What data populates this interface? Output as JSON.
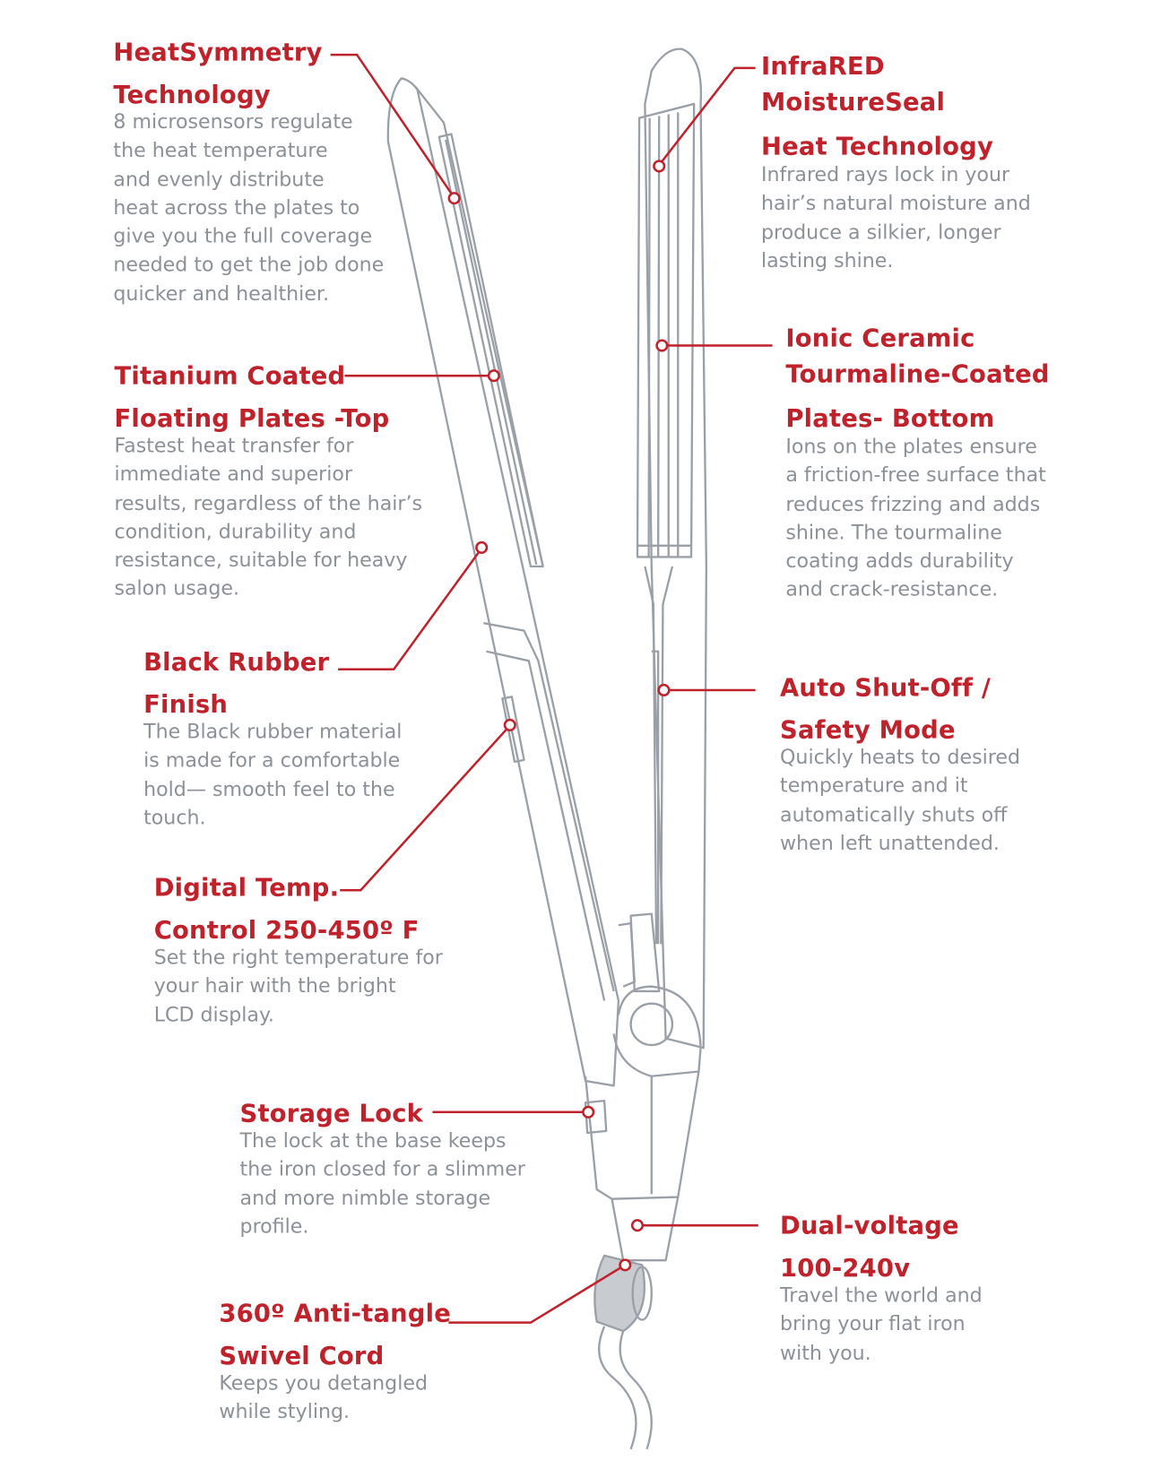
{
  "colors": {
    "accent": "#c0222c",
    "text": "#8c9198",
    "outline": "#9aa0a7"
  },
  "callouts": [
    {
      "title": [
        "HeatSymmetry",
        "Technology"
      ],
      "body": [
        "8 microsensors regulate",
        "the heat temperature",
        "and evenly distribute",
        "heat across the plates to",
        "give you the full coverage",
        "needed to get the job done",
        "quicker and healthier."
      ]
    },
    {
      "title": [
        "InfraRED",
        "MoistureSeal",
        "Heat Technology"
      ],
      "body": [
        "Infrared rays lock in your",
        "hair’s natural moisture and",
        "produce a silkier, longer",
        "lasting shine."
      ]
    },
    {
      "title": [
        "Titanium Coated",
        "Floating Plates -Top"
      ],
      "body": [
        "Fastest heat transfer for",
        "immediate and superior",
        "results, regardless of the hair’s",
        "condition, durability and",
        "resistance, suitable for heavy",
        "salon usage."
      ]
    },
    {
      "title": [
        "Ionic Ceramic",
        "Tourmaline-Coated",
        "Plates- Bottom"
      ],
      "body": [
        "Ions on the plates ensure",
        "a friction-free surface that",
        "reduces frizzing and adds",
        "shine. The tourmaline",
        "coating adds durability",
        "and crack-resistance."
      ]
    },
    {
      "title": [
        "Black Rubber",
        "Finish"
      ],
      "body": [
        "The Black rubber material",
        "is made for a comfortable",
        "hold— smooth  feel to the",
        "touch."
      ]
    },
    {
      "title": [
        "Auto Shut-Off /",
        "Safety Mode"
      ],
      "body": [
        "Quickly heats to desired",
        "temperature and it",
        "automatically shuts off",
        "when left unattended."
      ]
    },
    {
      "title": [
        "Digital Temp.",
        "Control 250-450º F"
      ],
      "body": [
        "Set the right temperature for",
        "your hair with the bright",
        "LCD display."
      ]
    },
    {
      "title": [
        "Storage Lock"
      ],
      "body": [
        "The lock at the base keeps",
        "the iron closed for a slimmer",
        "and more nimble storage",
        "profile."
      ]
    },
    {
      "title": [
        "Dual-voltage",
        "100-240v"
      ],
      "body": [
        "Travel the world and",
        "bring your flat iron",
        "with you."
      ]
    },
    {
      "title": [
        "360º Anti-tangle",
        "Swivel Cord"
      ],
      "body": [
        "Keeps you detangled",
        "while styling."
      ]
    }
  ]
}
